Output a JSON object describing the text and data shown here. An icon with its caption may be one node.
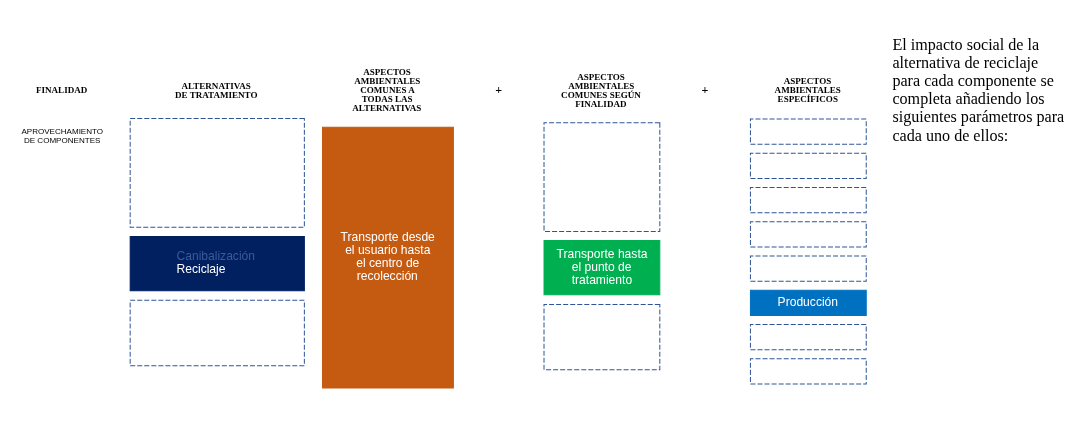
{
  "diagram": {
    "nodes": [
      {
        "text": [
          "APROVECHAMIENTO DE COMPONENTES"
        ]
      },
      {
        "text": [],
        "shape": "box"
      },
      {
        "text": [
          "Canibalización",
          "Reciclaje"
        ]
      },
      {
        "text": [],
        "shape": "box"
      },
      {
        "text": [
          "Transporte desde el usuario hasta el centro de recolección"
        ]
      },
      {
        "text": [],
        "shape": "box"
      },
      {
        "text": [
          "Transporte hasta el punto de tratamiento"
        ]
      },
      {
        "text": [],
        "shape": "box"
      },
      {
        "text": [],
        "shape": "box"
      },
      {
        "text": [],
        "shape": "box"
      },
      {
        "text": [],
        "shape": "box"
      },
      {
        "text": [],
        "shape": "box"
      },
      {
        "text": [],
        "shape": "box"
      },
      {
        "text": [
          "Producción"
        ]
      },
      {
        "text": [],
        "shape": "box"
      },
      {
        "text": [],
        "shape": "box"
      }
    ],
    "edges": [],
    "labels": [
      "FINALIDAD",
      "ALTERNATIVAS DE TRATAMIENTO",
      "ASPECTOS AMBIENTALES COMUNES A TODAS LAS ALTERNATIVAS",
      "+",
      "ASPECTOS AMBIENTALES COMUNES SEGÚN FINALIDAD",
      "+",
      "ASPECTOS AMBIENTALES ESPECÍFICOS",
      "El impacto social de la alternativa de reciclaje para cada componente se completa añadiendo los siguientes parámetros para cada uno de ellos:"
    ]
  }
}
